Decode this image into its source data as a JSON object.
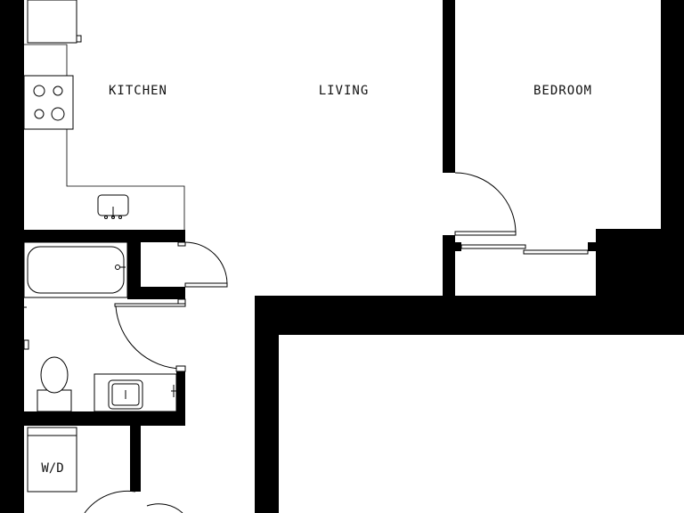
{
  "rooms": {
    "kitchen": "KITCHEN",
    "living": "LIVING",
    "bedroom": "BEDROOM",
    "laundry": "W/D"
  },
  "colors": {
    "wall": "#000000",
    "background": "#ffffff",
    "line": "#000000"
  }
}
